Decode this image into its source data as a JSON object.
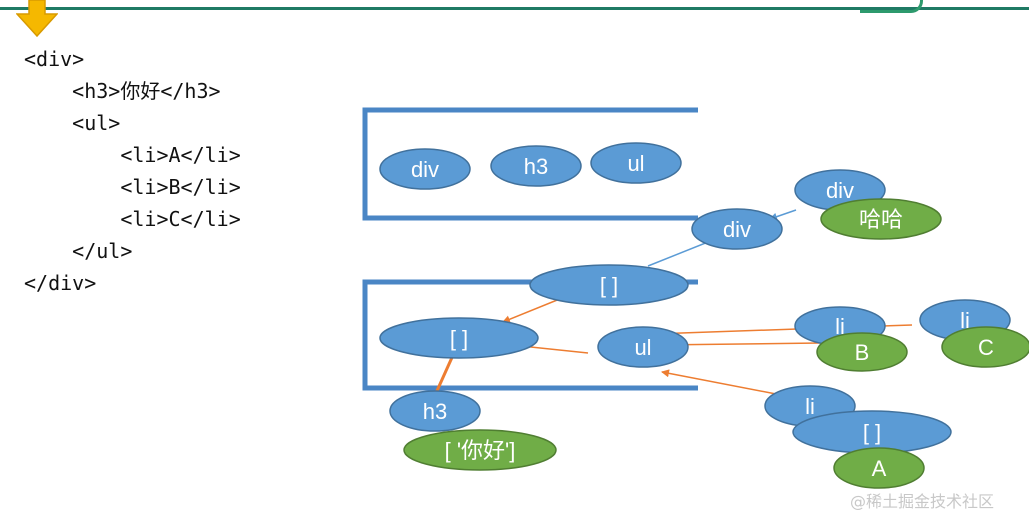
{
  "code_lines": [
    "<div>",
    "    <h3>你好</h3>",
    "    <ul>",
    "        <li>A</li>",
    "        <li>B</li>",
    "        <li>C</li>",
    "    </ul>",
    "</div>"
  ],
  "nodes": {
    "div_top": "div",
    "h3_top": "h3",
    "ul_top": "ul",
    "div_right": "div",
    "haha": "哈哈",
    "div_mid": "div",
    "array_main": "[ ]",
    "array_left": "[ ]",
    "ul_mid": "ul",
    "li_b": "li",
    "b": "B",
    "li_c": "li",
    "c": "C",
    "h3_bottom": "h3",
    "nihao": "[ '你好']",
    "li_a": "li",
    "array_a": "[ ]",
    "a": "A"
  },
  "watermark": "@稀土掘金技术社区",
  "colors": {
    "blue_node": "#5b9bd5",
    "green_node": "#70ad47",
    "bracket": "#4a86c5",
    "arrow": "#ed7d31",
    "link": "#5b9bd5",
    "top_rule": "#1f7a64",
    "icon": "#f5b800"
  }
}
